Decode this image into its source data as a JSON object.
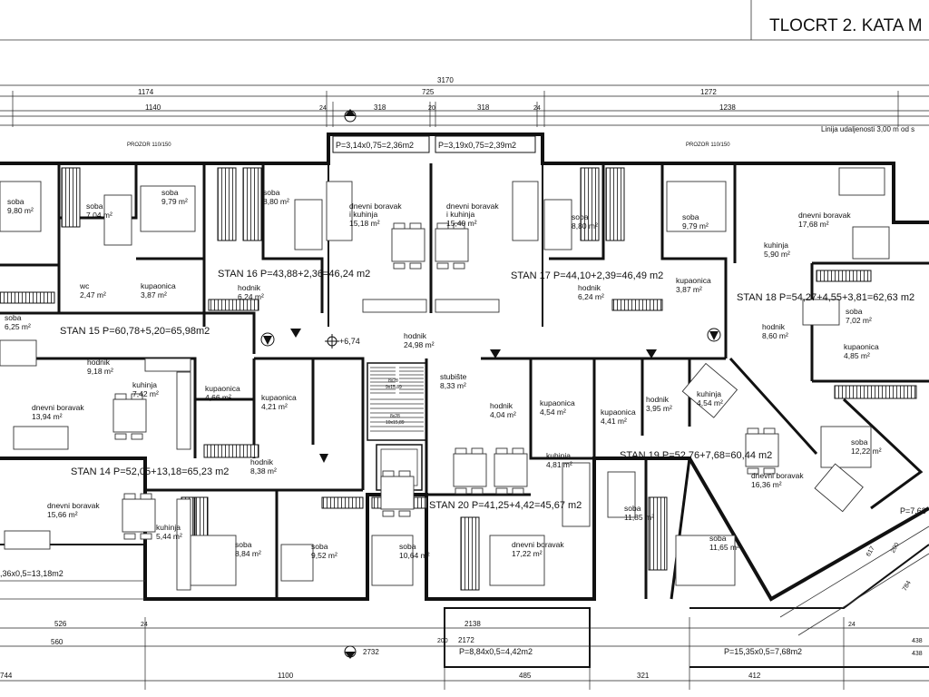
{
  "sheet": {
    "title": "TLOCRT 2. KATA  M",
    "note": "Linija udaljenosti 3,00 m od s"
  },
  "dimensions": {
    "total": "3170",
    "row1": [
      "1174",
      "725",
      "1272"
    ],
    "row2": [
      "1140",
      "24",
      "318",
      "20",
      "318",
      "24",
      "1238"
    ],
    "bottom1": [
      "526",
      "24",
      "2138",
      "24",
      "438"
    ],
    "bottom2": [
      "560",
      "200",
      "2172",
      "438"
    ],
    "bottom3": [
      "744",
      "2732",
      "1100",
      "485",
      "321",
      "412"
    ],
    "angled": [
      "617",
      "200",
      "784"
    ],
    "elevation": "+6,74",
    "stair1": "8x28",
    "stair2": "9x15,89",
    "stair3": "8x28",
    "stair4": "10x15,89"
  },
  "windows": {
    "prozor_left": "PROZOR 110/150",
    "prozor_right": "PROZOR 110/150"
  },
  "balconies": {
    "b1": "P=3,14x0,75=2,36m2",
    "b2": "P=3,19x0,75=2,39m2",
    "b3": "P=8,84x0,5=4,42m2",
    "b4": "P=15,35x0,5=7,68m2",
    "b5": ",36x0,5=13,18m2",
    "b6": "P=7,63"
  },
  "apartments": {
    "stan14": "STAN 14 P=52,05+13,18=65,23 m2",
    "stan15": "STAN 15 P=60,78+5,20=65,98m2",
    "stan16": "STAN 16 P=43,88+2,36=46,24 m2",
    "stan17": "STAN 17 P=44,10+2,39=46,49 m2",
    "stan18": "STAN 18 P=54,27+4,55+3,81=62,63 m2",
    "stan19": "STAN 19 P=52,76+7,68=60,44 m2",
    "stan20": "STAN 20 P=41,25+4,42=45,67 m2"
  },
  "rooms": [
    {
      "name": "soba",
      "area": "9,80 m²"
    },
    {
      "name": "soba",
      "area": "7,04 m²"
    },
    {
      "name": "soba",
      "area": "9,79 m²"
    },
    {
      "name": "soba",
      "area": "8,80 m²"
    },
    {
      "name": "dnevni boravak\ni kuhinja",
      "area": "15,18 m²"
    },
    {
      "name": "dnevni boravak\ni kuhinja",
      "area": "15,40 m²"
    },
    {
      "name": "soba",
      "area": "8,80 m²"
    },
    {
      "name": "soba",
      "area": "9,79 m²"
    },
    {
      "name": "dnevni boravak",
      "area": "17,68 m²"
    },
    {
      "name": "kuhinja",
      "area": "5,90 m²"
    },
    {
      "name": "wc",
      "area": "2,47 m²"
    },
    {
      "name": "kupaonica",
      "area": "3,87 m²"
    },
    {
      "name": "hodnik",
      "area": "6,24 m²"
    },
    {
      "name": "hodnik",
      "area": "6,24 m²"
    },
    {
      "name": "kupaonica",
      "area": "3,87 m²"
    },
    {
      "name": "soba",
      "area": "6,25 m²"
    },
    {
      "name": "hodnik",
      "area": "9,18 m²"
    },
    {
      "name": "hodnik",
      "area": "24,98 m²"
    },
    {
      "name": "hodnik",
      "area": "8,60 m²"
    },
    {
      "name": "soba",
      "area": "7,02 m²"
    },
    {
      "name": "kupaonica",
      "area": "4,85 m²"
    },
    {
      "name": "kuhinja",
      "area": "7,42 m²"
    },
    {
      "name": "kupaonica",
      "area": "4,66 m²"
    },
    {
      "name": "kupaonica",
      "area": "4,21 m²"
    },
    {
      "name": "stubište",
      "area": "8,33 m²"
    },
    {
      "name": "hodnik",
      "area": "4,04 m²"
    },
    {
      "name": "kupaonica",
      "area": "4,54 m²"
    },
    {
      "name": "kupaonica",
      "area": "4,41 m²"
    },
    {
      "name": "hodnik",
      "area": "3,95 m²"
    },
    {
      "name": "kuhinja",
      "area": "4,54 m²"
    },
    {
      "name": "dnevni boravak",
      "area": "13,94 m²"
    },
    {
      "name": "hodnik",
      "area": "8,38 m²"
    },
    {
      "name": "kuhinja",
      "area": "4,81 m²"
    },
    {
      "name": "soba",
      "area": "12,22 m²"
    },
    {
      "name": "dnevni boravak",
      "area": "16,36 m²"
    },
    {
      "name": "dnevni boravak",
      "area": "15,66 m²"
    },
    {
      "name": "kuhinja",
      "area": "5,44 m²"
    },
    {
      "name": "soba",
      "area": "8,84 m²"
    },
    {
      "name": "soba",
      "area": "9,52 m²"
    },
    {
      "name": "soba",
      "area": "10,64 m²"
    },
    {
      "name": "dnevni boravak",
      "area": "17,22 m²"
    },
    {
      "name": "soba",
      "area": "11,85 m²"
    },
    {
      "name": "soba",
      "area": "11,65 m²"
    }
  ]
}
